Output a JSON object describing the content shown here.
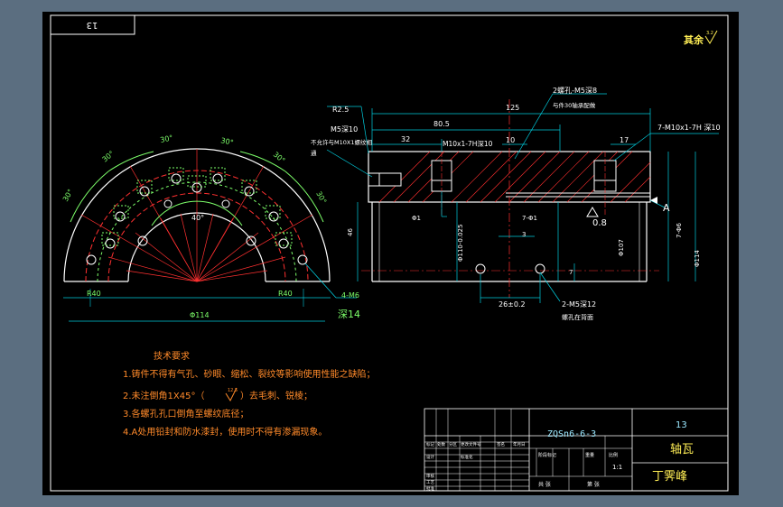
{
  "colors": {
    "background_frame": "#5b6e80",
    "canvas": "#000000",
    "white": "#ffffff",
    "red": "#ff3030",
    "green": "#7dff6a",
    "cyan": "#00ccdd",
    "yellow": "#ffee55",
    "orange": "#ff8a2a"
  },
  "drawing": {
    "number_box": "13",
    "roughness": "其余",
    "roughness_value": "3.2",
    "left_view": {
      "angles": [
        "30°",
        "30°",
        "30°",
        "30°",
        "30°",
        "30°",
        "40°"
      ],
      "dims": [
        "R40",
        "R40",
        "Φ114"
      ],
      "callout": "4-M6",
      "callout_depth": "深14"
    },
    "section_view": {
      "top_callout": "2螺孔-M5深8",
      "top_callout_2": "与件30轴承配做",
      "m5_callout": "M5深10",
      "m5_note_1": "不允许与M10X1螺纹相",
      "m5_note_2": "通",
      "dim_r25": "R2.5",
      "dim_125": "125",
      "dim_805": "80.5",
      "dim_32": "32",
      "dim_m10": "M10x1-7H深10",
      "dim_10": "10",
      "dim_7m10": "7-M10x1-7H 深10",
      "dim_17": "17",
      "dim_phi": "Φ1",
      "dim_7phi1": "7-Φ1",
      "dim_3": "3",
      "dim_46": "46",
      "dim_110": "Φ110-0.025",
      "dim_7phi": "7-Φ6",
      "dim_108": "Φ107",
      "dim_114": "Φ114",
      "dim_7": "7",
      "dim_26": "26±0.2",
      "dim_2m5": "2-M5深12",
      "dim_2m5b": "螺孔在背面",
      "datum": "A",
      "flatness": "0.8"
    },
    "tech_title": "技术要求",
    "tech_notes": [
      "1.铸件不得有气孔、砂眼、缩松、裂纹等影响使用性能之缺陷；",
      "2.未注倒角1X45°（",
      "3.各螺孔孔口倒角至螺纹底径；",
      "4.A处用铅封和防水漆封，使用时不得有渗漏现象。"
    ],
    "tech_note2_tail": "）去毛刺、锐棱；",
    "tech_note2_roughness": "12.5",
    "title_block": {
      "material": "ZQSn6-6-3",
      "number": "13",
      "part_name": "轴瓦",
      "designer": "丁霁峰",
      "scale": "1:1",
      "labels": [
        "标记",
        "处数",
        "分区",
        "更改文件号",
        "签名",
        "年月日",
        "设计",
        "标准化",
        "阶段标记",
        "重量",
        "比例",
        "审核",
        "工艺",
        "批准",
        "共 张",
        "第 张"
      ]
    }
  }
}
